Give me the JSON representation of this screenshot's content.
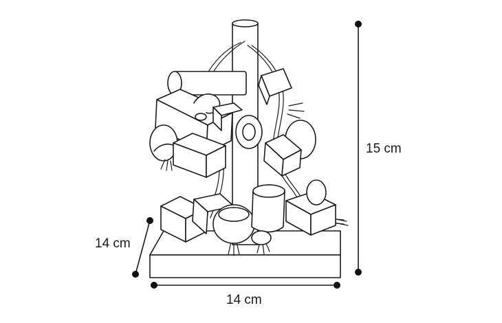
{
  "dimensions": {
    "height": "15 cm",
    "depth": "14 cm",
    "width": "14 cm"
  },
  "product": {
    "illustration": "bird-toy-line-drawing"
  },
  "colors": {
    "line": "#1a1a1a",
    "background": "#ffffff"
  }
}
